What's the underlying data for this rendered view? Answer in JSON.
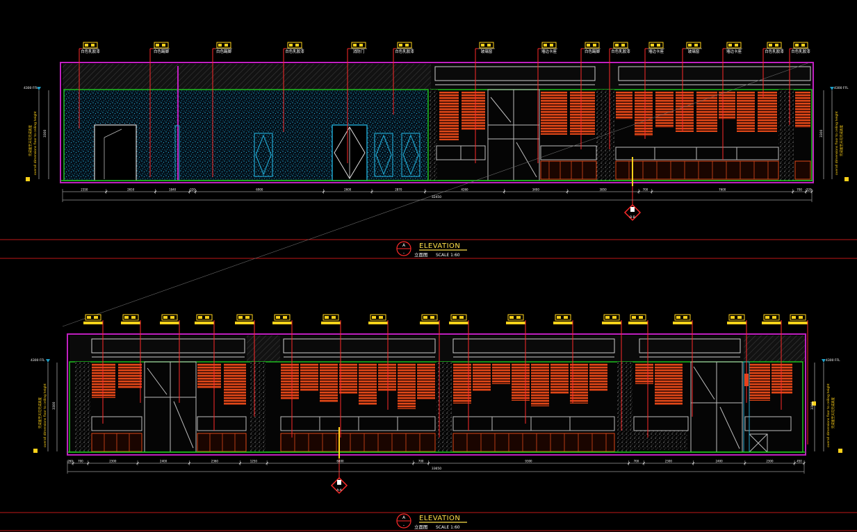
{
  "colors": {
    "background": "#000000",
    "frame": "#c020c0",
    "wall_green": "#20c020",
    "fabric_blue": "#1fa0c8",
    "panel_orange": "#e04818",
    "leader_red": "#ff2a2a",
    "tag_yellow": "#ffd21a",
    "line_white": "#d8d8d8",
    "dim_gray": "#9a9a9a",
    "title_yellow": "#ffe14a"
  },
  "elevation_a": {
    "title": "ELEVATION",
    "subtitle": "立面图",
    "scale": "SCALE 1:60",
    "marker_letter": "A",
    "marker_sub": "-",
    "section_tag": "B-B",
    "tags": [
      "白色乳胶漆",
      "白色踢脚",
      "白色踢脚",
      "白色乳胶漆",
      "消防门",
      "白色乳胶漆",
      "玻璃窗",
      "墙边卡座",
      "白色踢脚",
      "白色乳胶漆",
      "墙边卡座",
      "玻璃窗",
      "墙边卡座",
      "白色乳胶漆",
      "白色乳胶漆"
    ],
    "side_texts": [
      "overall dimensions floor to ceiling height",
      "完成面至天花完成高度"
    ],
    "dims": [
      "2350",
      "2650",
      "1840",
      "320",
      "6900",
      "2600",
      "2870",
      "4260",
      "3400",
      "3850",
      "700",
      "7600",
      "700",
      "320"
    ],
    "total_dim": "32450",
    "left_level": "4300 FFL",
    "right_level": "4300 FFL",
    "left_height": "3300",
    "right_height": "3300"
  },
  "elevation_b": {
    "title": "ELEVATION",
    "subtitle": "立面图",
    "scale": "SCALE 1:60",
    "marker_letter": "A",
    "marker_sub": "-",
    "section_tag": "A-A",
    "side_texts": [
      "overall dimensions floor to ceiling height",
      "完成面至天花完成高度"
    ],
    "dims": [
      "260",
      "700",
      "2300",
      "2400",
      "2360",
      "1250",
      "6800",
      "700",
      "9300",
      "700",
      "2300",
      "2400",
      "2300",
      "450"
    ],
    "total_dim": "33650",
    "left_level": "4300 FFL",
    "right_level": "4300 FFL",
    "left_height": "3300",
    "right_height": "3300"
  }
}
